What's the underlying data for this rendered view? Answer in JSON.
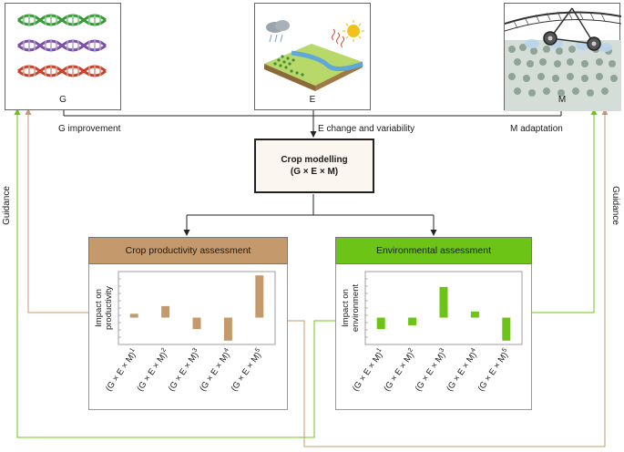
{
  "inputs": [
    {
      "id": "G",
      "label": "G"
    },
    {
      "id": "E",
      "label": "E"
    },
    {
      "id": "M",
      "label": "M"
    }
  ],
  "flows": {
    "g": "G improvement",
    "e": "E change and variability",
    "m": "M adaptation"
  },
  "model": {
    "title": "Crop modelling",
    "formula": "(G × E × M)"
  },
  "guidance": {
    "left": "Guidance",
    "right": "Guidance"
  },
  "colors": {
    "productivity": "#c49a6c",
    "environment": "#6cc417",
    "dna_green": "#3a9a3a",
    "dna_purple": "#7a4fa8",
    "dna_red": "#c9402b"
  },
  "chart_data": [
    {
      "type": "bar",
      "title": "Crop productivity assessment",
      "ylabel": "Impact on productivity",
      "categories": [
        "(G × E × M)",
        "(G × E × M)",
        "(G × E × M)",
        "(G × E × M)",
        "(G × E × M)"
      ],
      "superscripts": [
        "1",
        "2",
        "3",
        "4",
        "5"
      ],
      "values": [
        0.5,
        1.5,
        -1.5,
        -3.0,
        5.5
      ],
      "ylim": [
        -3.5,
        6.0
      ]
    },
    {
      "type": "bar",
      "title": "Environmental assessment",
      "ylabel": "Impact on environment",
      "categories": [
        "(G × E × M)",
        "(G × E × M)",
        "(G × E × M)",
        "(G × E × M)",
        "(G × E × M)"
      ],
      "superscripts": [
        "1",
        "2",
        "3",
        "4",
        "5"
      ],
      "values": [
        -1.5,
        -1.0,
        4.0,
        0.8,
        -3.0
      ],
      "ylim": [
        -3.5,
        6.0
      ]
    }
  ]
}
